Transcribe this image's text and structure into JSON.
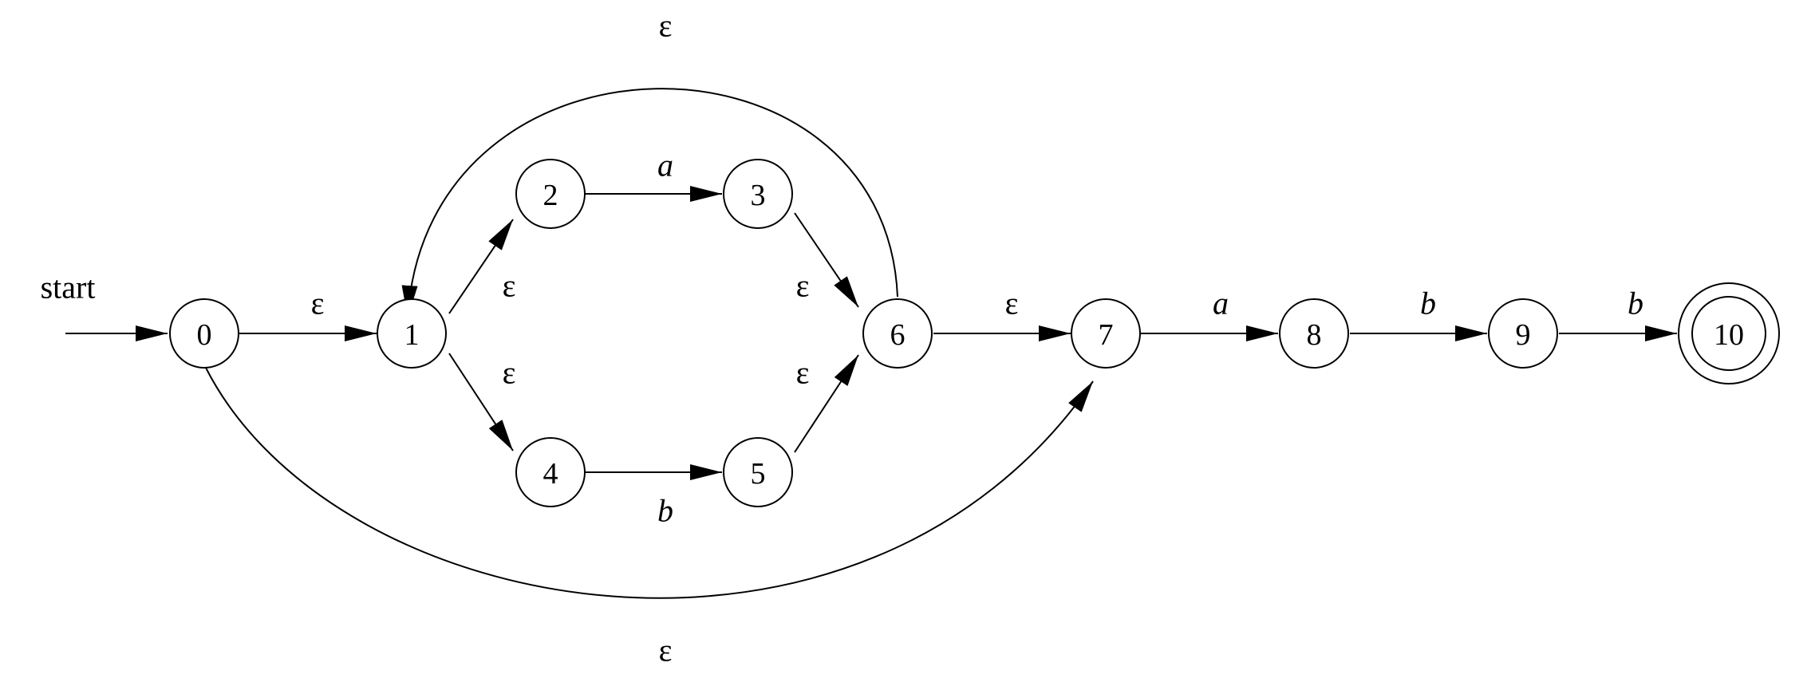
{
  "start_label": "start",
  "states": [
    "0",
    "1",
    "2",
    "3",
    "4",
    "5",
    "6",
    "7",
    "8",
    "9",
    "10"
  ],
  "accepting_state": "10",
  "transitions": [
    {
      "from": "0",
      "to": "1",
      "label": "ε"
    },
    {
      "from": "1",
      "to": "2",
      "label": "ε"
    },
    {
      "from": "1",
      "to": "4",
      "label": "ε"
    },
    {
      "from": "2",
      "to": "3",
      "label": "a"
    },
    {
      "from": "4",
      "to": "5",
      "label": "b"
    },
    {
      "from": "3",
      "to": "6",
      "label": "ε"
    },
    {
      "from": "5",
      "to": "6",
      "label": "ε"
    },
    {
      "from": "6",
      "to": "1",
      "label": "ε"
    },
    {
      "from": "6",
      "to": "7",
      "label": "ε"
    },
    {
      "from": "0",
      "to": "7",
      "label": "ε"
    },
    {
      "from": "7",
      "to": "8",
      "label": "a"
    },
    {
      "from": "8",
      "to": "9",
      "label": "b"
    },
    {
      "from": "9",
      "to": "10",
      "label": "b"
    }
  ]
}
